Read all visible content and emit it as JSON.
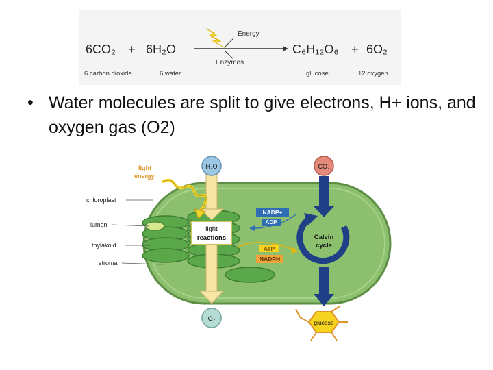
{
  "equation": {
    "reactant1": "6CO₂",
    "plus1": "+",
    "reactant2": "6H₂O",
    "product1": "C₆H₁₂O₆",
    "plus2": "+",
    "product2": "6O₂",
    "energy_label": "Energy",
    "enzymes_label": "Enzymes",
    "reactant1_caption": "6 carbon dioxide",
    "reactant2_caption": "6 water",
    "product1_caption": "glucose",
    "product2_caption": "12 oxygen"
  },
  "bullet": {
    "symbol": "•",
    "text": "Water molecules are split to give electrons, H+ ions, and oxygen gas (O2)"
  },
  "diagram": {
    "light_energy_line1": "light",
    "light_energy_line2": "energy",
    "label_chloroplast": "chloroplast",
    "label_lumen": "lumen",
    "label_thylakoid": "thylakoid",
    "label_stroma": "stroma",
    "h2o": "H₂O",
    "co2": "CO₂",
    "o2": "O₂",
    "glucose": "glucose",
    "light_reactions_line1": "light",
    "light_reactions_line2": "reactions",
    "nadp": "NADP+",
    "adp": "ADP",
    "atp": "ATP",
    "nadph": "NADPH",
    "calvin_line1": "Calvin",
    "calvin_line2": "cycle",
    "colors": {
      "stroma": "#8cbf6e",
      "thylakoid": "#5aa84a",
      "arrow_blue": "#1f3f86",
      "arrow_light": "#f6e6a6",
      "co2_circle": "#e58a7a",
      "h2o_circle": "#9cc7e3",
      "glucose": "#f6d31f",
      "light_label": "#e0952a"
    }
  }
}
